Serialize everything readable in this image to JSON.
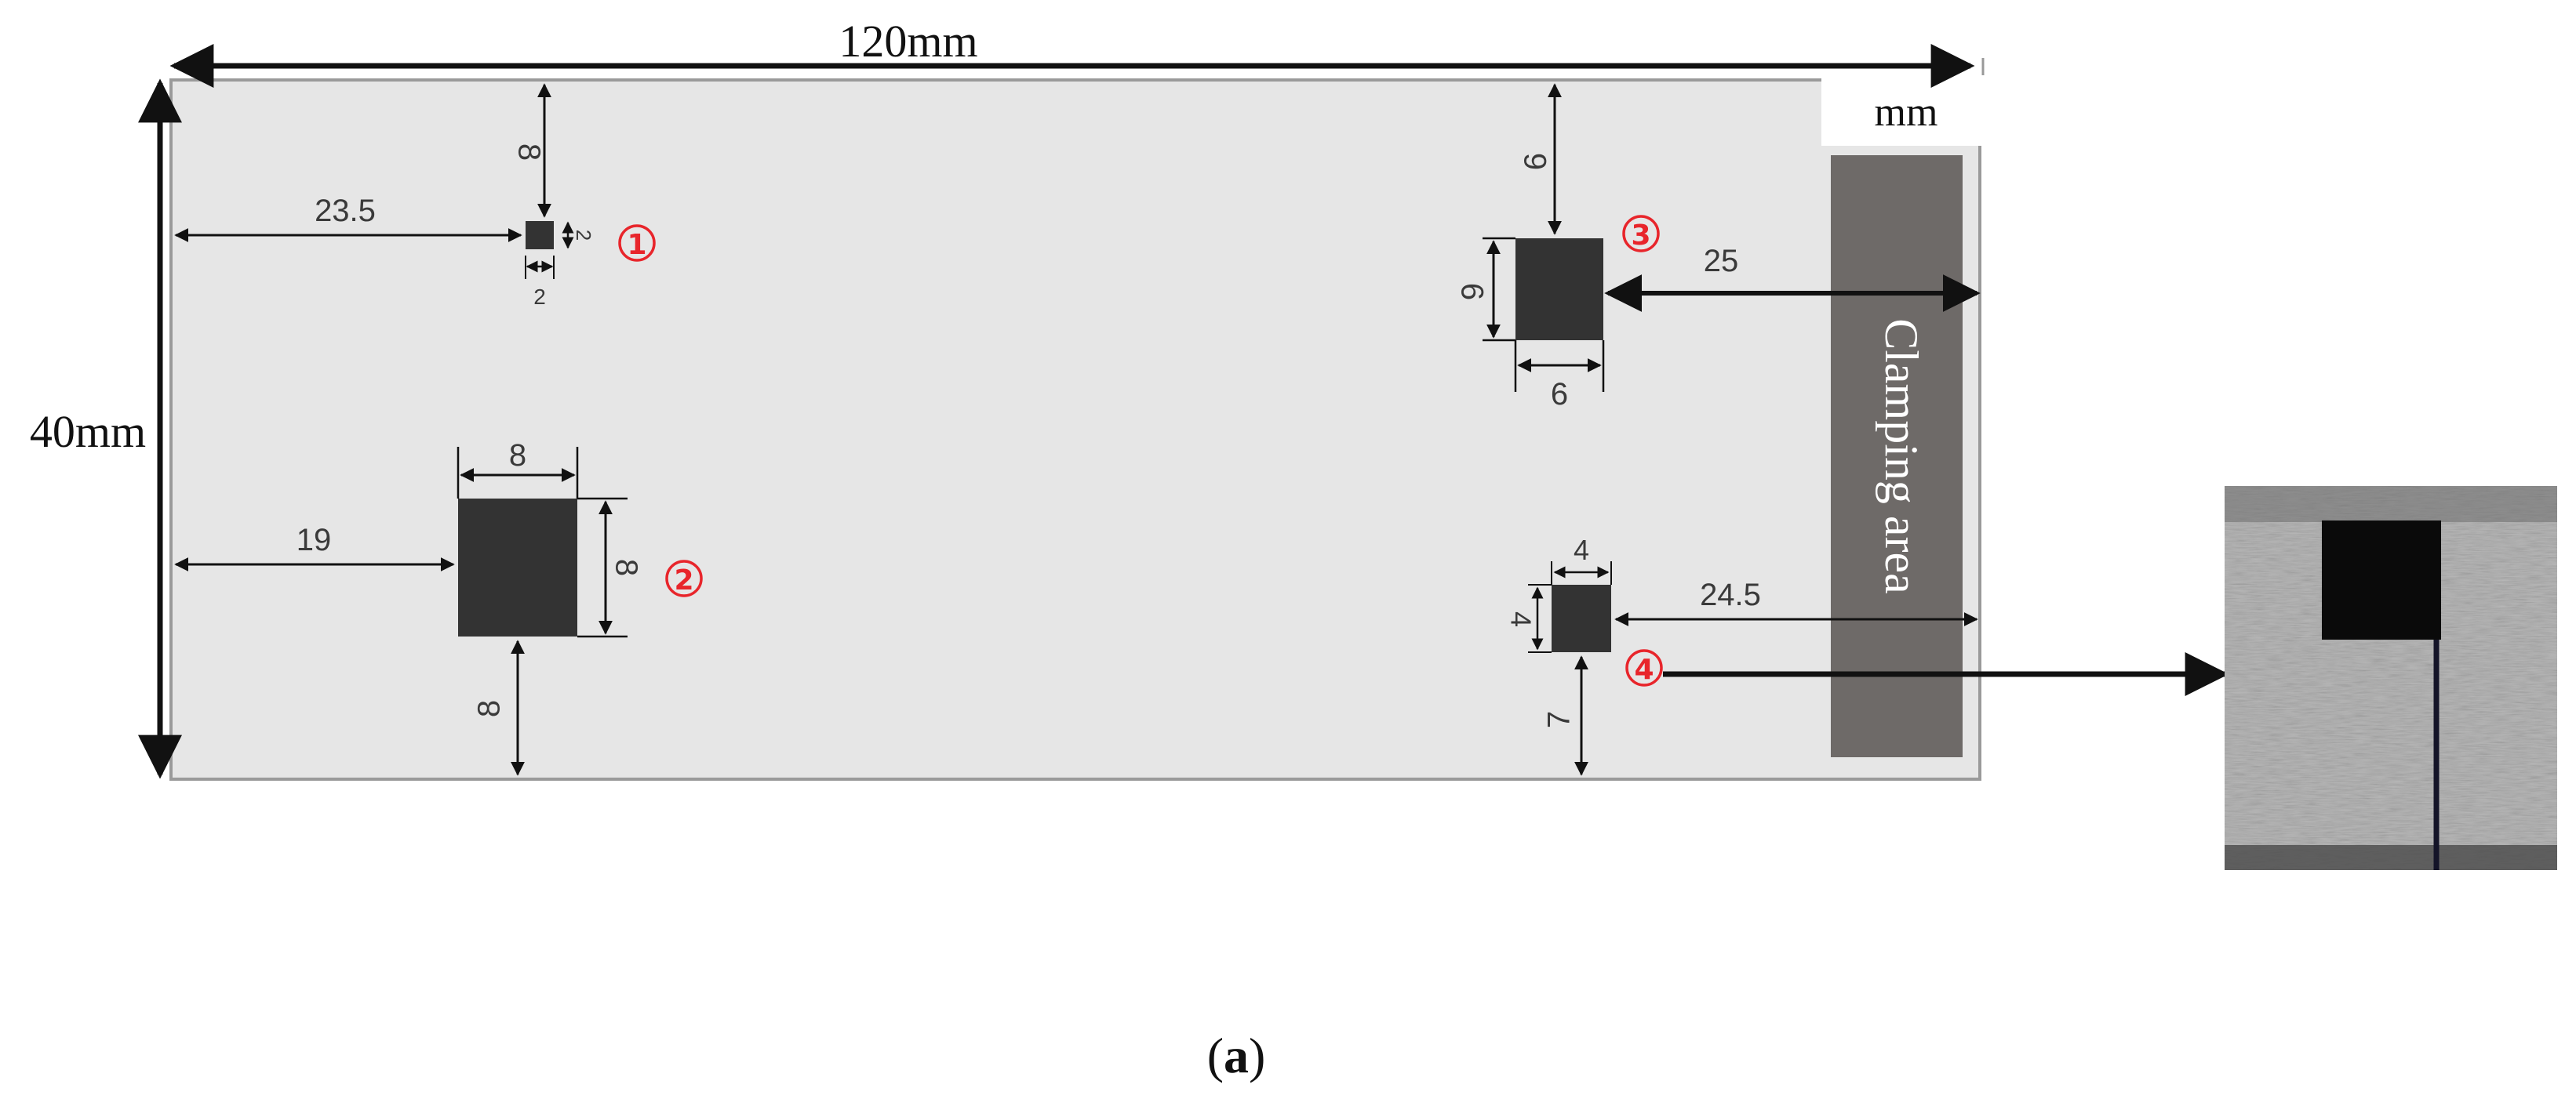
{
  "units_label": "mm",
  "plate": {
    "width_label": "120mm",
    "height_label": "40mm",
    "clamping_label": "Clamping area",
    "colors": {
      "plate": "#e6e6e6",
      "defect": "#333333",
      "clamp": "#6e6a68",
      "marker": "#e8252b"
    }
  },
  "defects": [
    {
      "marker": "①",
      "size_w": "2",
      "size_h": "2",
      "dist_left": "23.5",
      "dist_top": "8"
    },
    {
      "marker": "②",
      "size_w": "8",
      "size_h": "8",
      "dist_left": "19",
      "dist_bottom": "8"
    },
    {
      "marker": "③",
      "size_w": "6",
      "size_h": "6",
      "dist_top": "9",
      "dist_right": "25"
    },
    {
      "marker": "④",
      "size_w": "4",
      "size_h": "4",
      "dist_bottom": "7",
      "dist_right": "24.5"
    }
  ],
  "inset": {
    "description_icon": "photo-closeup"
  },
  "caption": {
    "letter": "a"
  }
}
